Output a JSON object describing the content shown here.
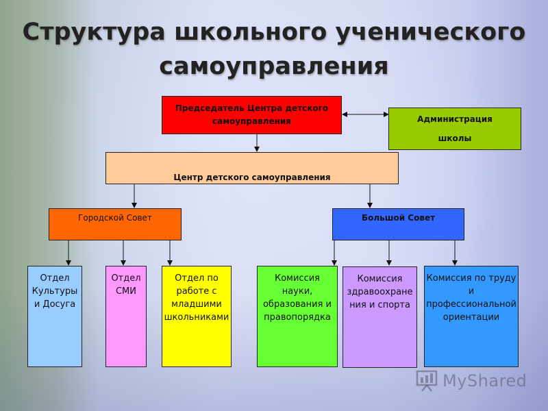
{
  "title": {
    "line1": "Структура школьного ученического",
    "line2": "самоуправления"
  },
  "boxes": {
    "chairman": {
      "line1": "Председатель Центра детского",
      "line2": "самоуправления",
      "color": "#ff0000"
    },
    "administration": {
      "line1": "Администрация",
      "line2": "школы",
      "color": "#99cc00"
    },
    "center": {
      "label": "Центр детского самоуправления",
      "color": "#ffcc99"
    },
    "city_council": {
      "label": "Городской Совет",
      "color": "#ff6600"
    },
    "big_council": {
      "label": "Большой Совет",
      "color": "#3366ff"
    },
    "culture_dept": {
      "label": "Отдел Культуры и Досуга",
      "color": "#99ccff"
    },
    "media_dept": {
      "label": "Отдел СМИ",
      "color": "#ff99ff"
    },
    "juniors_dept": {
      "label": "Отдел по работе с младшими школьниками",
      "color": "#ffff00"
    },
    "science_commission": {
      "label": "Комиссия науки, образования и правопорядка",
      "color": "#66ff33"
    },
    "health_commission": {
      "label": "Комиссия здравоохране ния и спорта",
      "color": "#cc99ff"
    },
    "labor_commission": {
      "label": "Комиссия по труду и профессиональной ориентации",
      "color": "#3399ff"
    }
  },
  "watermark": {
    "text": "MyShared",
    "icon": "presentation-board-icon"
  }
}
